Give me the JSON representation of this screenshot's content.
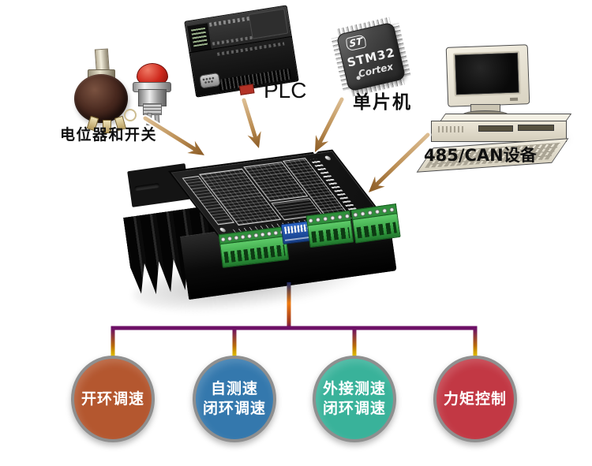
{
  "labels": {
    "potentiometer": "电位器和开关",
    "plc": "PLC",
    "mcu": "单片机",
    "rs485": "485/CAN设备"
  },
  "chip": {
    "logo": "ST",
    "model": "STM32",
    "core": "Cortex"
  },
  "modes": [
    {
      "line1": "开环调速",
      "line2": "",
      "color": "#b4572f"
    },
    {
      "line1": "自测速",
      "line2": "闭环调速",
      "color": "#3478ad"
    },
    {
      "line1": "外接测速",
      "line2": "闭环调速",
      "color": "#39b29a"
    },
    {
      "line1": "力矩控制",
      "line2": "",
      "color": "#c23844"
    }
  ],
  "colors": {
    "arrow_tan": "#b98a52",
    "trunk_purple": "#6d1066",
    "stem_navy": "#1d2a63",
    "stem_orange": "#ef7b10",
    "drop_yellow": "#f4e400",
    "circle_border_gray": "#8f8f8f"
  }
}
